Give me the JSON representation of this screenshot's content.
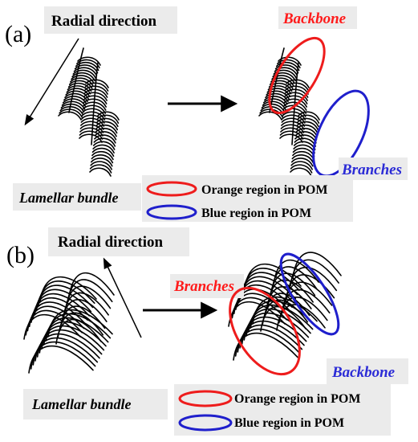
{
  "panel_a": {
    "panel_label": "(a)",
    "direction_label": "Radial direction",
    "bundle_label": "Lamellar bundle",
    "backbone_label": "Backbone",
    "branches_label": "Branches",
    "legend": [
      {
        "text": "Orange region in POM",
        "color": "#ee1c1c"
      },
      {
        "text": "Blue region in POM",
        "color": "#1f1fcc"
      }
    ]
  },
  "panel_b": {
    "panel_label": "(b)",
    "direction_label": "Radial direction",
    "bundle_label": "Lamellar bundle",
    "branches_label": "Branches",
    "backbone_label": "Backbone",
    "legend": [
      {
        "text": "Orange region in POM",
        "color": "#ee1c1c"
      },
      {
        "text": "Blue region in POM",
        "color": "#1f1fcc"
      }
    ]
  },
  "colors": {
    "red": "#ee1c1c",
    "blue": "#1f1fcc",
    "ink": "#000000"
  }
}
